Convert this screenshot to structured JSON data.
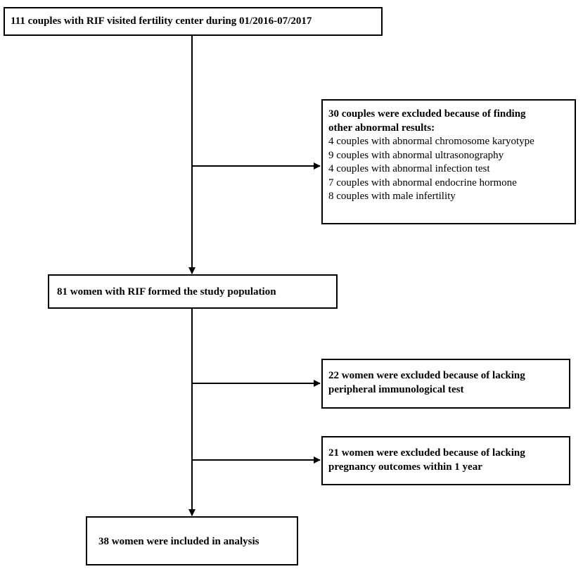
{
  "flowchart": {
    "start_box": "111 couples with RIF visited fertility center during 01/2016-07/2017",
    "exclusion_1": {
      "heading_line1": "30 couples were excluded because of finding",
      "heading_line2": "other abnormal results:",
      "items": [
        "4 couples with abnormal chromosome karyotype",
        "9 couples with abnormal ultrasonography",
        "4 couples with abnormal infection test",
        "7 couples with abnormal endocrine hormone",
        "8 couples with male infertility"
      ]
    },
    "study_population_box": "81 women with RIF formed the study population",
    "exclusion_2": {
      "line1": "22 women were excluded because of lacking",
      "line2": "peripheral immunological test"
    },
    "exclusion_3": {
      "line1": "21 women were excluded because of lacking",
      "line2": "pregnancy outcomes within 1 year"
    },
    "final_box": "38 women were included in analysis"
  }
}
